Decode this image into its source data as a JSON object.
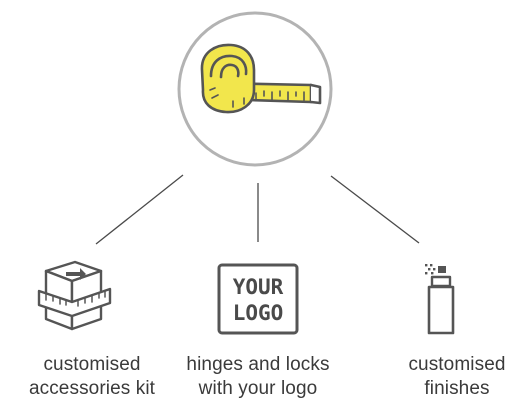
{
  "center": {
    "icon": "measuring-tape-icon"
  },
  "items": [
    {
      "icon": "accessories-kit-icon",
      "label_line1": "customised",
      "label_line2": "accessories kit"
    },
    {
      "icon": "your-logo-icon",
      "logo_line1": "YOUR",
      "logo_line2": "LOGO",
      "label_line1": "hinges and locks",
      "label_line2": "with your logo"
    },
    {
      "icon": "spray-can-icon",
      "label_line1": "customised",
      "label_line2": "finishes"
    }
  ],
  "colors": {
    "tape_yellow": "#f2e64c",
    "stroke_gray": "#555555",
    "circle_gray": "#b3b3b3",
    "line_gray": "#4a4a4a"
  }
}
